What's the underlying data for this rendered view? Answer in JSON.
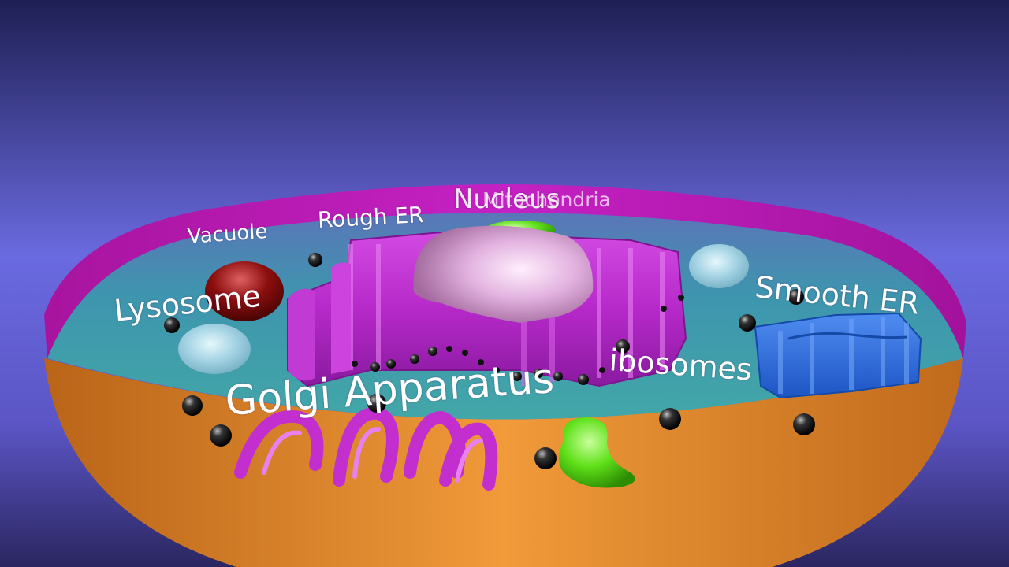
{
  "labels": {
    "nucleus": "Nucleus",
    "mitochondria": "Mitochondria",
    "rough_er": "Rough ER",
    "vacuole": "Vacuole",
    "lysosome": "Lysosome",
    "smooth_er": "Smooth ER",
    "ribosomes": "ibosomes",
    "golgi": "Golgi Apparatus"
  },
  "colors": {
    "background_top": "#1e1f53",
    "background_bottom": "#6c6ae0",
    "membrane": "#b21bb6",
    "outer_shell": "#e08a2c",
    "cytoplasm": "#3f9ea9",
    "er_golgi": "#b629c9",
    "nucleus": "#e0b0dc",
    "smooth_er": "#2f6fe0",
    "mitochondria": "#5fe018",
    "lysosome": "#8c0e0e",
    "vacuole": "#a9dcec",
    "ribosome": "#111111"
  }
}
